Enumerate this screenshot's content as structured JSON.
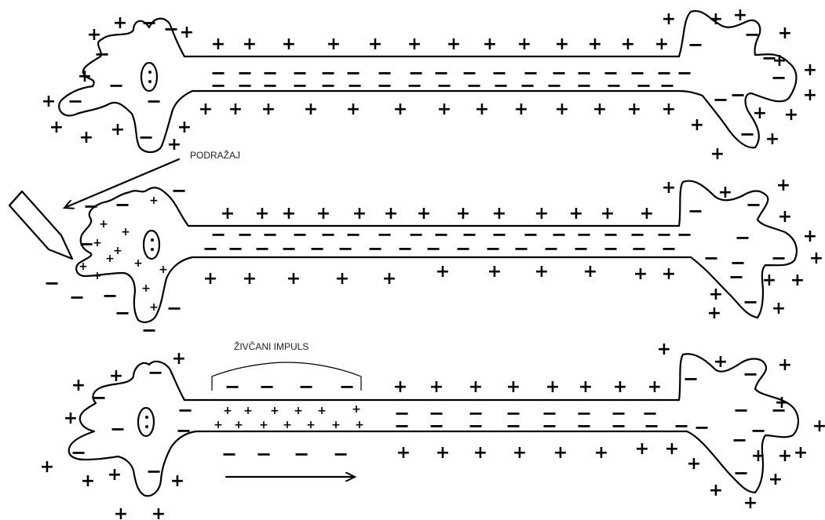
{
  "labels": {
    "stimulus": "PODRAŽAJ",
    "impulse": "ŽIVČANI IMPULS"
  },
  "neurons": [
    {
      "state": "resting"
    },
    {
      "state": "stimulated"
    },
    {
      "state": "impulse-propagating"
    }
  ],
  "symbols": {
    "positive": "+",
    "negative": "−"
  }
}
